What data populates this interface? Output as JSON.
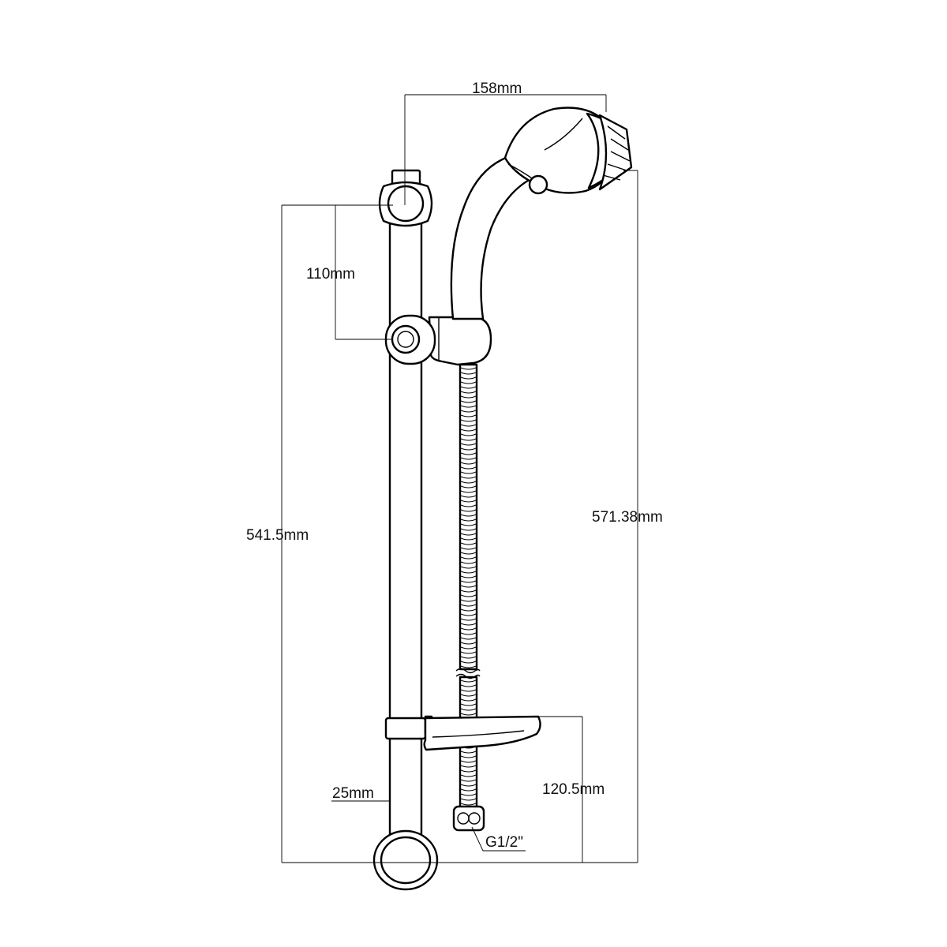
{
  "diagram": {
    "dimensions": {
      "head_width": "158mm",
      "holder_spacing": "110mm",
      "rail_length": "541.5mm",
      "total_height": "571.38mm",
      "rail_diameter": "25mm",
      "dish_height": "120.5mm"
    },
    "callouts": {
      "hose_thread": "G1/2\""
    }
  }
}
